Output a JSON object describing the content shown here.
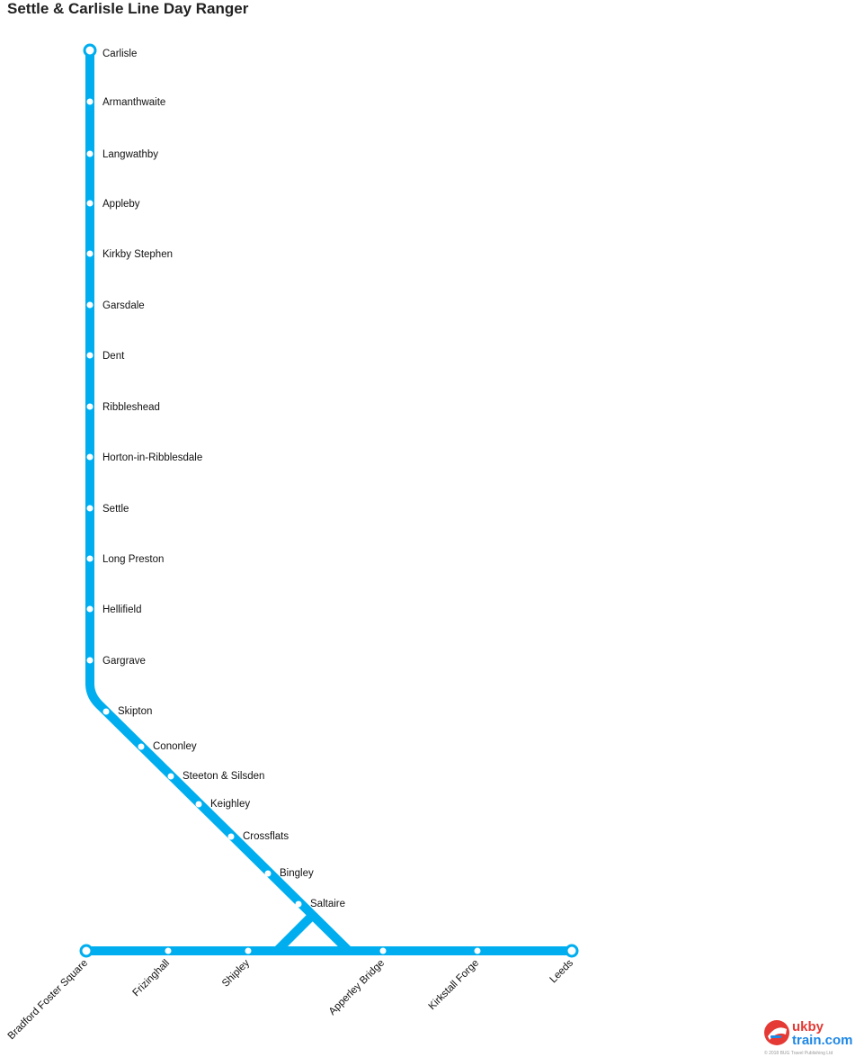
{
  "title": "Settle & Carlisle Line Day Ranger",
  "line_color": "#00aeef",
  "stations": {
    "north": [
      "Carlisle",
      "Armanthwaite",
      "Langwathby",
      "Appleby",
      "Kirkby Stephen",
      "Garsdale",
      "Dent",
      "Ribbleshead",
      "Horton-in-Ribblesdale",
      "Settle",
      "Long Preston",
      "Hellifield",
      "Gargrave"
    ],
    "diagonal": [
      "Skipton",
      "Cononley",
      "Steeton & Silsden",
      "Keighley",
      "Crossflats",
      "Bingley",
      "Saltaire"
    ],
    "bottom": [
      "Bradford Foster Square",
      "Frizinghall",
      "Shipley",
      "Apperley Bridge",
      "Kirkstall Forge",
      "Leeds"
    ]
  },
  "terminals": [
    "Carlisle",
    "Bradford Foster Square",
    "Leeds"
  ],
  "logo": {
    "line1": "ukby",
    "line2": "train.com",
    "copyright": "© 2018 BUG Travel Publishing Ltd",
    "colors": {
      "red": "#e53935",
      "blue": "#1e88e5"
    },
    "icon": "train-logo-icon"
  }
}
